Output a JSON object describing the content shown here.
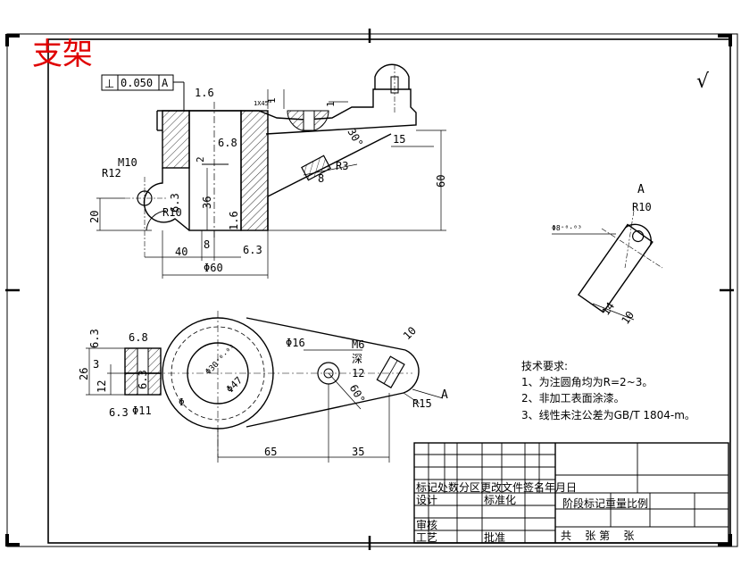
{
  "title": "支架",
  "colors": {
    "title": "#e00000",
    "line": "#000000",
    "hatch": "#000000"
  },
  "roughness_mark": "√",
  "tolerance_frame": {
    "symbol": "⊥",
    "value": "0.050",
    "datum": "A"
  },
  "front_view": {
    "roughness": [
      "1.6",
      "6.8",
      "6.3",
      "6.3",
      "1.6"
    ],
    "dims": {
      "chamfer": "1X45°",
      "top_gap": "1",
      "slot_depth": "1",
      "angle": "30°",
      "right_offset": "15",
      "height": "60",
      "thread": "M10",
      "boss_radius": "R12",
      "inner_radius": "R10",
      "fillet": "R3",
      "rib": "8",
      "step": "2",
      "bore_len": "36",
      "base_height": "20",
      "width": "40",
      "wall": "8",
      "diameter": "Φ60"
    }
  },
  "aux_view": {
    "label": "A",
    "radius": "R10",
    "hole": "Φ8⁺⁰·⁰³",
    "length": "14",
    "width": "10"
  },
  "top_view": {
    "roughness": [
      "6.3",
      "6.8",
      "6.3",
      "6.3"
    ],
    "dims": {
      "bore": "Φ30⁺⁰·⁰³",
      "outer": "Φ47",
      "left_hole": "Φ16",
      "thread": "M6",
      "thread_deep": "深",
      "thread_depth": "12",
      "cone": "60°",
      "slot": "10",
      "end_radius": "R15",
      "view_arrow": "A",
      "span_left": "65",
      "span_right": "35",
      "section_h": "26",
      "section_a": "3",
      "section_b": "12",
      "section_d": "Φ11",
      "misc": "Φ"
    }
  },
  "requirements": {
    "heading": "技术要求:",
    "items": [
      "1、为注圆角均为R=2~3。",
      "2、非加工表面涂漆。",
      "3、线性未注公差为GB/T 1804-m。"
    ]
  },
  "title_block": {
    "row_revision": "标记处数分区更改文件签名年月日",
    "design": "设计",
    "standard": "标准化",
    "stage": "阶段标记重量比例",
    "review": "审核",
    "process": "工艺",
    "approve": "批准",
    "sheets": "共    张 第    张"
  }
}
